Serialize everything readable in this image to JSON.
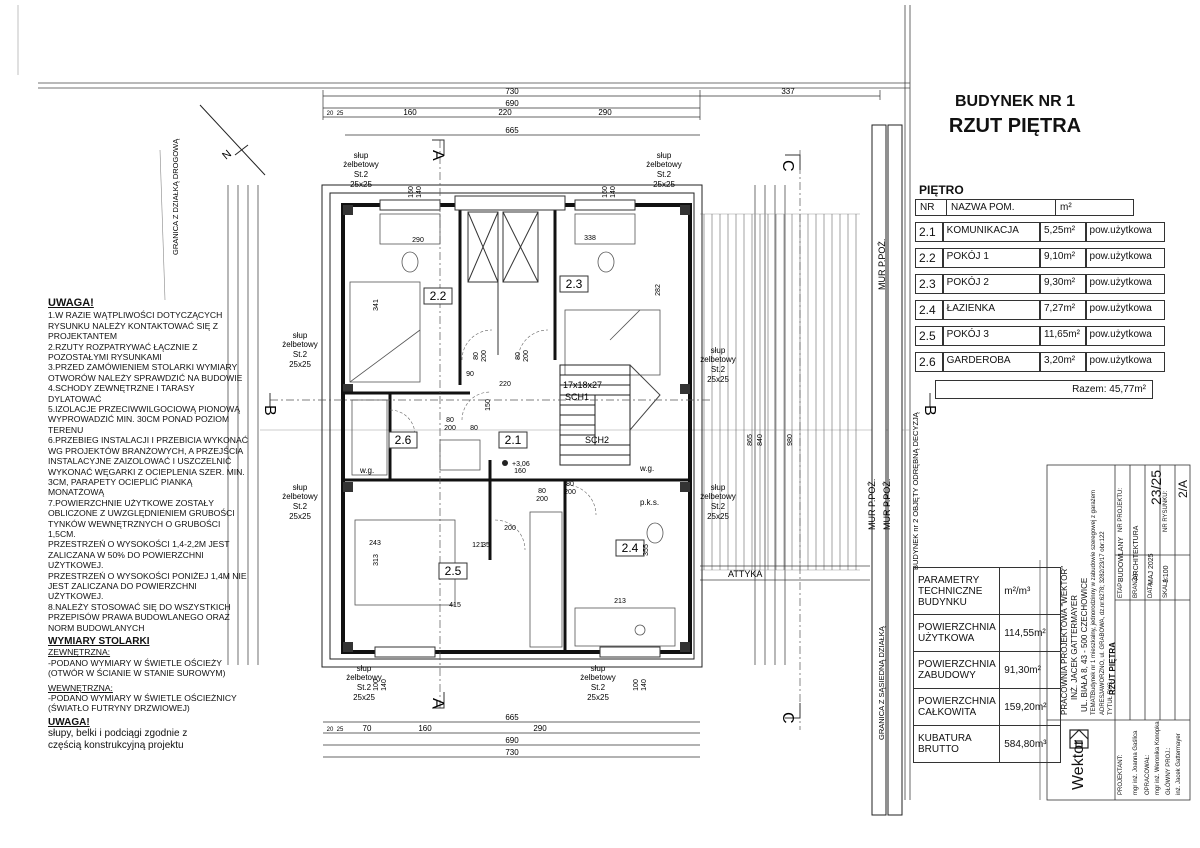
{
  "header": {
    "building": "BUDYNEK NR 1",
    "title": "RZUT PIĘTRA"
  },
  "room_table": {
    "section": "PIĘTRO",
    "col_nr": "NR",
    "col_name": "NAZWA POM.",
    "col_area": "m²",
    "rows": [
      {
        "nr": "2.1",
        "name": "KOMUNIKACJA",
        "area": "5,25m²",
        "type": "pow.użytkowa"
      },
      {
        "nr": "2.2",
        "name": "POKÓJ 1",
        "area": "9,10m²",
        "type": "pow.użytkowa"
      },
      {
        "nr": "2.3",
        "name": "POKÓJ 2",
        "area": "9,30m²",
        "type": "pow.użytkowa"
      },
      {
        "nr": "2.4",
        "name": "ŁAZIENKA",
        "area": "7,27m²",
        "type": "pow.użytkowa"
      },
      {
        "nr": "2.5",
        "name": "POKÓJ 3",
        "area": "11,65m²",
        "type": "pow.użytkowa"
      },
      {
        "nr": "2.6",
        "name": "GARDEROBA",
        "area": "3,20m²",
        "type": "pow.użytkowa"
      }
    ],
    "total": "Razem: 45,77m²"
  },
  "params": {
    "head": "PARAMETRY TECHNICZNE BUDYNKU",
    "unit": "m²/m³",
    "rows": [
      {
        "label": "POWIERZCHNIA UŻYTKOWA",
        "value": "114,55m²"
      },
      {
        "label": "POWIERZCHNIA ZABUDOWY",
        "value": "91,30m²"
      },
      {
        "label": "POWIERZCHNIA CAŁKOWITA",
        "value": "159,20m²"
      },
      {
        "label": "KUBATURA BRUTTO",
        "value": "584,80m³"
      }
    ]
  },
  "notes": {
    "title": "UWAGA!",
    "items": [
      "1.W RAZIE WĄTPLIWOŚCI DOTYCZĄCYCH RYSUNKU NALEŻY KONTAKTOWAĆ SIĘ Z PROJEKTANTEM",
      "2.RZUTY ROZPATRYWAĆ ŁĄCZNIE Z POZOSTAŁYMI RYSUNKAMI",
      "3.PRZED ZAMÓWIENIEM STOLARKI WYMIARY OTWORÓW NALEŻY SPRAWDZIĆ NA BUDOWIE",
      "4.SCHODY ZEWNĘTRZNE I TARASY DYLATOWAĆ",
      "5.IZOLACJE PRZECIWWILGOCIOWĄ PIONOWĄ WYPROWADZIĆ MIN. 30CM PONAD POZIOM TERENU",
      "6.PRZEBIEG INSTALACJI I PRZEBICIA WYKONAĆ WG PROJEKTÓW BRANŻOWYCH, A PRZEJŚCIA INSTALACYJNE ZAIZOLOWAĆ I USZCZELNIĆ WYKONAĆ WĘGARKI Z OCIEPLENIA SZER. MIN. 3CM, PARAPETY OCIEPLIĆ PIANKĄ MONATŻOWĄ",
      "7.POWIERZCHNIE UŻYTKOWE ZOSTAŁY OBLICZONE Z UWZGLĘDNIENIEM GRUBOŚCI TYNKÓW WEWNĘTRZNYCH O GRUBOŚCI 1,5CM.",
      "PRZESTRZEŃ O WYSOKOŚCI 1,4-2,2M JEST ZALICZANA W 50% DO POWIERZCHNI UŻYTKOWEJ.",
      "PRZESTRZEŃ O WYSOKOŚCI PONIŻEJ 1,4M NIE JEST ZALICZANA DO POWIERZCHNI UŻYTKOWEJ.",
      "8.NALEŻY STOSOWAĆ SIĘ DO WSZYSTKICH PRZEPISÓW PRAWA BUDOWLANEGO ORAZ NORM BUDOWLANYCH"
    ],
    "stolarka_title": "WYMIARY STOLARKI",
    "zew_title": "ZEWNĘTRZNA:",
    "zew_1": "-PODANO WYMIARY W ŚWIETLE OŚCIEŻY",
    "zew_2": "(OTWÓR W ŚCIANIE W STANIE SUROWYM)",
    "wew_title": "WEWNĘTRZNA:",
    "wew_1": "-PODANO WYMIARY W ŚWIETLE OŚCIEŻNICY",
    "wew_2": "(ŚWIATŁO FUTRYNY DRZWIOWEJ)",
    "uwaga2_title": "UWAGA!",
    "uwaga2_text": "słupy, belki i podciągi zgodnie z częścią konstrukcyjną projektu"
  },
  "plan_labels": {
    "rooms": [
      "2.1",
      "2.2",
      "2.3",
      "2.4",
      "2.5",
      "2.6"
    ],
    "column_label_1": "słup",
    "column_label_2": "żelbetowy",
    "column_label_3": "St.2",
    "column_label_4": "25x25",
    "stairs": "17x18x27",
    "sch1": "SCH1",
    "sch2": "SCH2",
    "wg": "w.g.",
    "pks": "p.k.s.",
    "attic": "ATTYKA",
    "north": "N",
    "axis_a": "A",
    "axis_b": "B",
    "axis_c": "C",
    "road_border": "GRANICA Z DZIAŁKĄ DROGOWĄ",
    "neighbour_border": "GRANICA Z SĄSIEDNĄ DZIAŁKĄ",
    "wall1": "MUR P.POŻ.",
    "wall2": "MUR P.POŻ.",
    "wall3": "MUR P.POŻ.",
    "building2": "BUDYNEK nr 2 OBJĘTY ODRĘBNĄ DECYZJĄ",
    "dims_top": [
      "730",
      "690",
      "665",
      "337",
      "20",
      "25",
      "160",
      "220",
      "290"
    ],
    "dims_bottom": [
      "665",
      "690",
      "730",
      "20",
      "25",
      "70",
      "160",
      "290"
    ],
    "dims_room": [
      "341",
      "290",
      "338",
      "282",
      "243",
      "313",
      "415",
      "213",
      "355",
      "90",
      "220",
      "150",
      "80",
      "200",
      "160",
      "121",
      "35"
    ],
    "door_dims": [
      "80",
      "200",
      "80",
      "200",
      "80",
      "200",
      "80",
      "200",
      "80",
      "200"
    ],
    "window_dims": [
      "160",
      "140",
      "160",
      "140",
      "100",
      "140",
      "100",
      "140"
    ],
    "level": "+3,06",
    "side_dims": [
      "865",
      "840",
      "980"
    ]
  },
  "title_block": {
    "firm": "PRACOWNIA PROJEKTOWA \"WEKTOR\"",
    "engineer": "INŻ. JACEK GATTERMAYER",
    "address": "UL. BIAŁA 8, 43 - 500 CZECHOWICE",
    "project": "Budynek nr 1 mieszkalny, jednorodzinny w zabudowie szeregowej z garażem",
    "location": "JAWORZNO, ul. GRABOWA, dz.nr:6278; 3282/23/17 obr:122",
    "sheet_title": "RZUT PIĘTRA",
    "stage": "BUDOWLANY",
    "branch": "ARCHITEKTURA",
    "date": "MAJ 2025",
    "scale": "1:100",
    "project_no": "23/25",
    "drawing_no": "2/A",
    "designer": "mgr inż. Joanna Gaślica",
    "designer2": "mgr inż. Weronika Konopka",
    "designer3": "inż. Jacek Gattermayer",
    "logo_text": "Wektor",
    "lbl_temat": "TEMAT:",
    "lbl_adres": "ADRES:",
    "lbl_tytul": "TYTUŁ RYS.:",
    "lbl_projektant": "PROJEKTANT:",
    "lbl_opracowal": "OPRACOWAŁ:",
    "lbl_glowny": "GŁÓWNY PROJ.:",
    "lbl_etap": "ETAP:",
    "lbl_branza": "BRANŻA:",
    "lbl_data": "DATA:",
    "lbl_skala": "SKALA:",
    "lbl_nr_proj": "NR PROJEKTU:",
    "lbl_nr_rys": "NR RYSUNKU:"
  }
}
